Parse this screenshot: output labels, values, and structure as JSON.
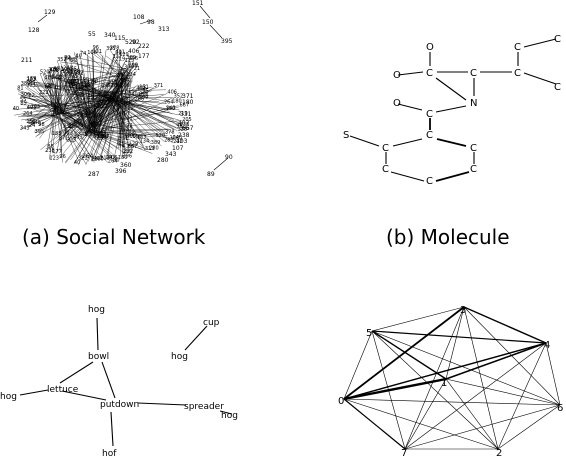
{
  "panels": [
    {
      "caption": "(a) Social Network",
      "node_labels": [
        "129",
        "128",
        "151",
        "150",
        "395",
        "108",
        "98",
        "313",
        "55",
        "340",
        "115",
        "520",
        "222",
        "92",
        "406",
        "177",
        "211",
        "371",
        "180",
        "331",
        "667",
        "407",
        "238",
        "403",
        "107",
        "343",
        "280",
        "264",
        "360",
        "396",
        "287",
        "90",
        "89",
        "321",
        "22",
        "24",
        "21",
        "32",
        "40",
        "63",
        "74",
        "81",
        "86",
        "96",
        "97",
        "123",
        "134",
        "137",
        "159",
        "183",
        "205",
        "219",
        "248",
        "266",
        "283",
        "299",
        "306",
        "325",
        "352",
        "378",
        "389",
        "411"
      ]
    },
    {
      "caption": "(b) Molecule",
      "atoms": [
        "C",
        "O",
        "C",
        "C",
        "C",
        "O",
        "N",
        "O",
        "C",
        "S",
        "C",
        "C",
        "C",
        "C",
        "C"
      ]
    },
    {
      "caption": "",
      "node_labels": [
        "hog",
        "bowl",
        "cup",
        "hog",
        "lettuce",
        "hog",
        "putdown",
        "spreader",
        "hog",
        "hof"
      ]
    },
    {
      "caption": "",
      "node_labels": [
        "3",
        "5",
        "4",
        "1",
        "0",
        "6",
        "7",
        "2"
      ]
    }
  ]
}
